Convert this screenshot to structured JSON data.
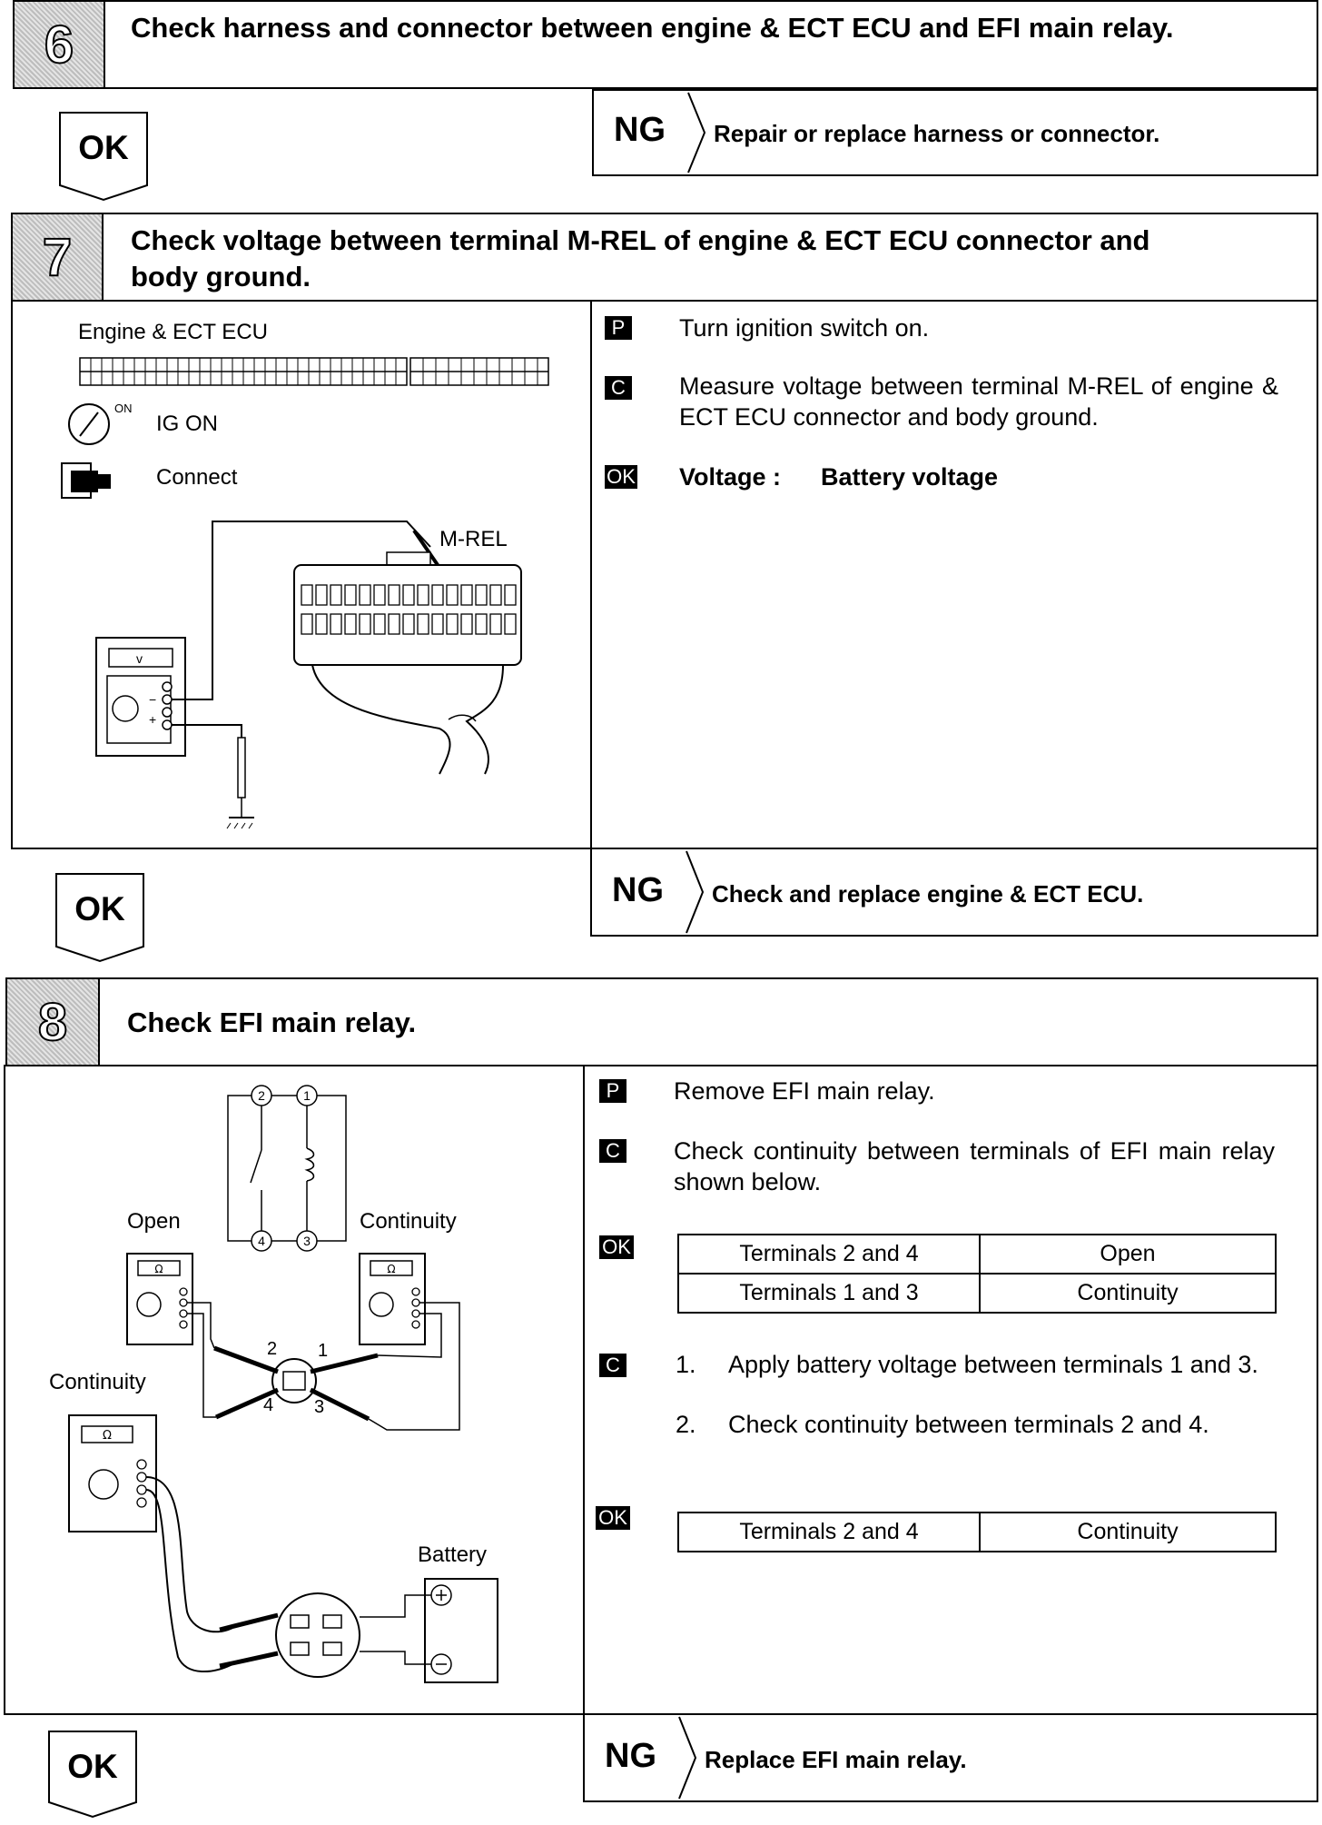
{
  "step6": {
    "number": "6",
    "title": "Check harness and connector between engine & ECT ECU and EFI main relay.",
    "ok_label": "OK",
    "ng_label": "NG",
    "ng_action": "Repair or replace harness or connector."
  },
  "step7": {
    "number": "7",
    "title_line1": "Check voltage between terminal M-REL of engine & ECT ECU connector and",
    "title_line2": "body ground.",
    "figure": {
      "ecu_label": "Engine & ECT ECU",
      "on_mark": "ON",
      "ig_on": "IG ON",
      "connect": "Connect",
      "pin_label": "M-REL",
      "meter_unit": "V"
    },
    "p_badge": "P",
    "p_text": "Turn ignition switch on.",
    "c_badge": "C",
    "c_text": "Measure voltage between terminal M-REL of engine & ECT ECU connector and body ground.",
    "ok_badge": "OK",
    "ok_label_text": "Voltage :",
    "ok_value_text": "Battery voltage",
    "ok_label": "OK",
    "ng_label": "NG",
    "ng_action": "Check and replace engine & ECT ECU."
  },
  "step8": {
    "number": "8",
    "title": "Check EFI main relay.",
    "figure": {
      "open": "Open",
      "continuity_right": "Continuity",
      "continuity_left": "Continuity",
      "battery": "Battery",
      "t1": "1",
      "t2": "2",
      "t3": "3",
      "t4": "4",
      "meter_unit": "Ω"
    },
    "p_badge": "P",
    "p_text": "Remove EFI main relay.",
    "c_badge": "C",
    "c_text": "Check continuity between terminals of EFI main relay shown below.",
    "ok_badge": "OK",
    "table1": [
      [
        "Terminals 2 and 4",
        "Open"
      ],
      [
        "Terminals 1 and 3",
        "Continuity"
      ]
    ],
    "c2_badge": "C",
    "c2_items": [
      {
        "num": "1.",
        "text": "Apply battery voltage between terminals 1 and 3."
      },
      {
        "num": "2.",
        "text": "Check continuity between terminals 2 and 4."
      }
    ],
    "ok2_badge": "OK",
    "table2": [
      [
        "Terminals 2 and 4",
        "Continuity"
      ]
    ],
    "ok_label": "OK",
    "ng_label": "NG",
    "ng_action": "Replace EFI main relay."
  }
}
